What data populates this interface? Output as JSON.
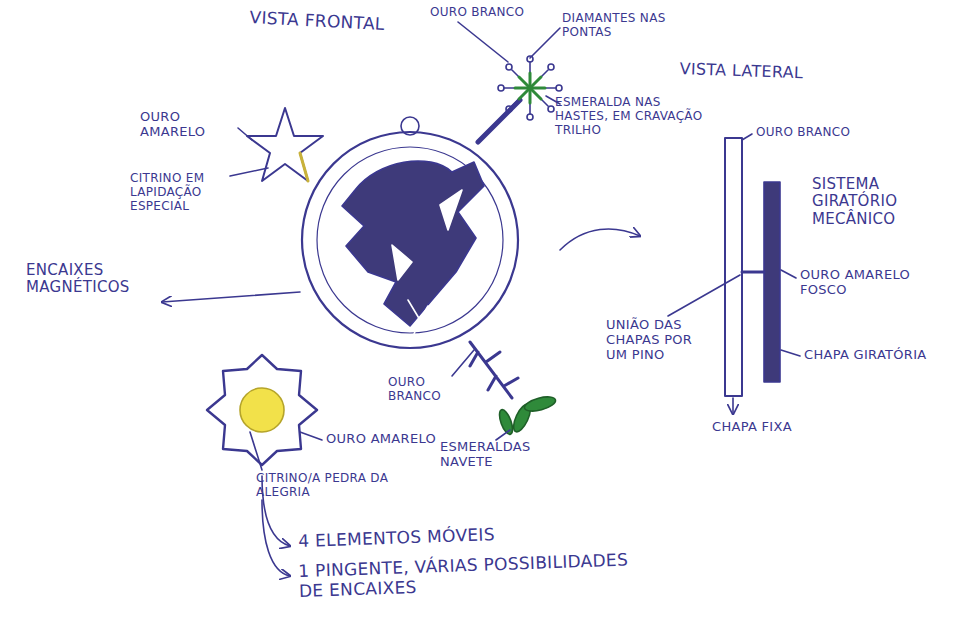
{
  "diagram": {
    "labels": [
      "VISTA FRONTAL",
      "OURO BRANCO",
      "DIAMANTES NAS PONTAS",
      "ESMERALDA NAS HASTES, EM CRAVAÇÃO TRILHO",
      "VISTA LATERAL",
      "OURO BRANCO",
      "OURO AMARELO",
      "CITRINO EM LAPIDAÇÃO ESPECIAL",
      "SISTEMA GIRATÓRIO MECÂNICO",
      "OURO AMARELO FOSCO",
      "ENCAIXES MAGNÉTICOS",
      "UNIÃO DAS CHAPAS POR UM PINO",
      "CHAPA GIRATÓRIA",
      "OURO BRANCO",
      "OURO AMARELO",
      "CITRINO/A PEDRA DA ALEGRIA",
      "ESMERALDAS NAVETE",
      "CHAPA FIXA",
      "4 ELEMENTOS MÓVEIS",
      "1 PINGENTE, VÁRIAS POSSIBILIDADES DE ENCAIXES"
    ]
  }
}
